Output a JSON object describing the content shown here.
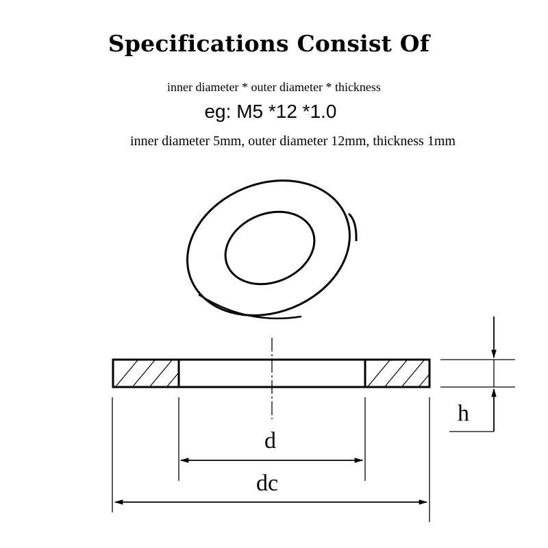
{
  "header": {
    "title": "Specifications Consist Of",
    "formula": "inner diameter * outer diameter * thickness",
    "example": "eg: M5 *12 *1.0",
    "explanation": "inner diameter 5mm, outer diameter 12mm, thickness 1mm"
  },
  "diagram": {
    "label_inner": "d",
    "label_outer": "dc",
    "label_thickness": "h",
    "stroke_color": "#000000"
  }
}
